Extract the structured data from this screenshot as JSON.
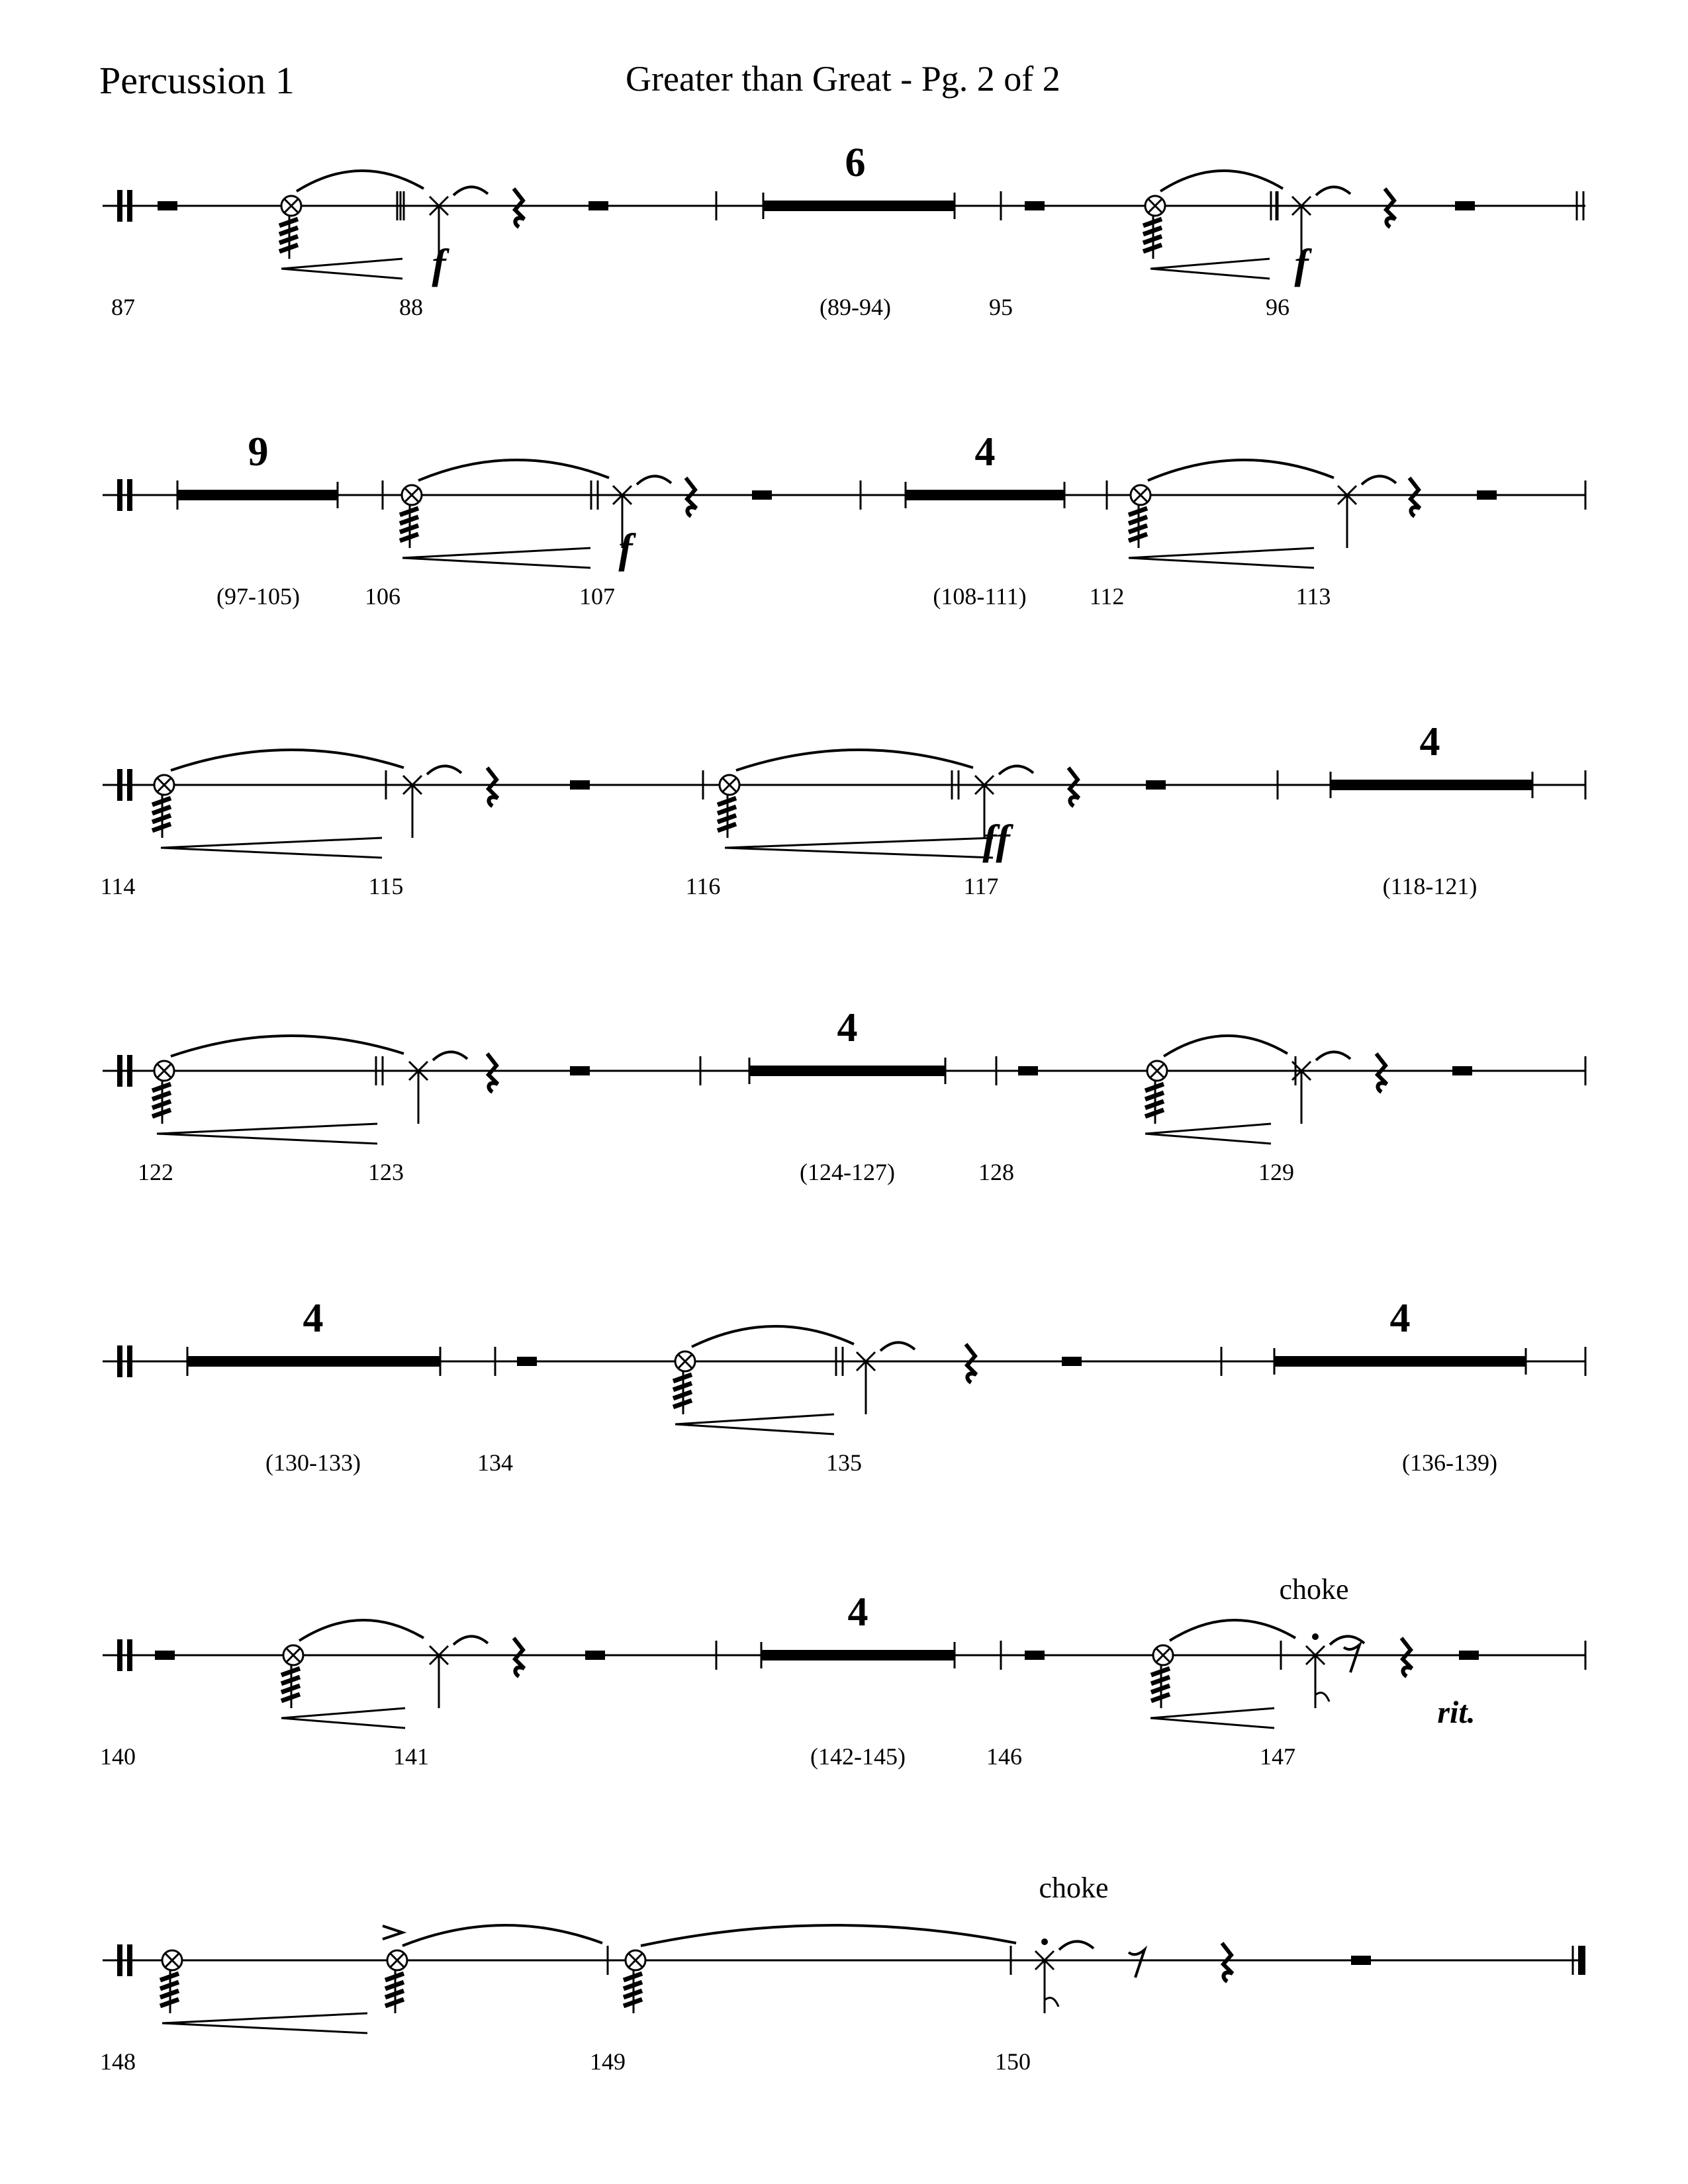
{
  "header": {
    "part_name": "Percussion 1",
    "title": "Greater than Great - Pg. 2 of 2"
  },
  "notation": {
    "systems": [
      {
        "measure_numbers": [
          "87",
          "88",
          "(89-94)",
          "95",
          "96"
        ],
        "multirests": [
          "6"
        ],
        "dynamics": [
          "f",
          "f"
        ],
        "expressions": []
      },
      {
        "measure_numbers": [
          "(97-105)",
          "106",
          "107",
          "(108-111)",
          "112",
          "113"
        ],
        "multirests": [
          "9",
          "4"
        ],
        "dynamics": [
          "f"
        ],
        "expressions": []
      },
      {
        "measure_numbers": [
          "114",
          "115",
          "116",
          "117",
          "(118-121)"
        ],
        "multirests": [
          "4"
        ],
        "dynamics": [
          "ff"
        ],
        "expressions": []
      },
      {
        "measure_numbers": [
          "122",
          "123",
          "(124-127)",
          "128",
          "129"
        ],
        "multirests": [
          "4"
        ],
        "dynamics": [],
        "expressions": []
      },
      {
        "measure_numbers": [
          "(130-133)",
          "134",
          "135",
          "(136-139)"
        ],
        "multirests": [
          "4",
          "4"
        ],
        "dynamics": [],
        "expressions": []
      },
      {
        "measure_numbers": [
          "140",
          "141",
          "(142-145)",
          "146",
          "147"
        ],
        "multirests": [
          "4"
        ],
        "dynamics": [],
        "expressions": [
          "choke",
          "rit."
        ]
      },
      {
        "measure_numbers": [
          "148",
          "149",
          "150"
        ],
        "multirests": [],
        "dynamics": [],
        "expressions": [
          "choke"
        ]
      }
    ]
  }
}
